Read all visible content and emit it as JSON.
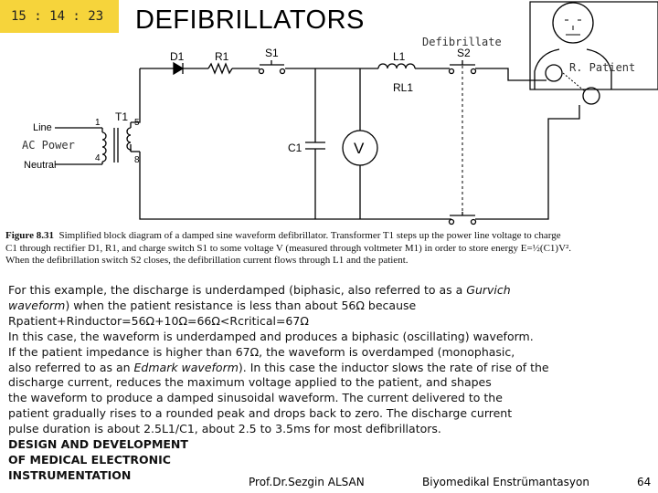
{
  "clock": "15 : 14 : 23",
  "title": "DEFIBRILLATORS",
  "diagram": {
    "labels": {
      "d1": "D1",
      "r1": "R1",
      "s1": "S1",
      "l1": "L1",
      "s2": "S2",
      "rl1": "RL1",
      "t1": "T1",
      "c1": "C1",
      "voltmeter": "V",
      "line": "Line",
      "ac_power": "AC Power",
      "neutral": "Neutral",
      "defibrillate": "Defibrillate",
      "r_patient": "R. Patient",
      "pin1": "1",
      "pin4": "4",
      "pin5": "5",
      "pin8": "8"
    }
  },
  "caption": {
    "figure": "Figure 8.31",
    "line1": "Simplified block diagram of a damped sine waveform defibrillator. Transformer T1 steps up the power line voltage to charge",
    "line2": "C1 through rectifier D1, R1, and charge switch S1 to some voltage V (measured through voltmeter M1) in order to store energy E=½(C1)V².",
    "line3": "When the defibrillation switch S2 closes, the defibrillation current flows through L1 and the patient."
  },
  "body": {
    "l1a": "For this example, the discharge is underdamped (biphasic, also referred to as a ",
    "l1b": "Gurvich",
    "l2a": "waveform",
    "l2b": ") when the patient resistance is less than about 56Ω because",
    "l3": "Rpatient+Rinductor=56Ω+10Ω=66Ω<Rcritical=67Ω",
    "l4": "In this case, the waveform is underdamped and produces a biphasic (oscillating) waveform.",
    "l5": "If the patient impedance is higher than 67Ω, the waveform is overdamped (monophasic,",
    "l6a": "also referred to as an ",
    "l6b": "Edmark waveform",
    "l6c": "). In this case the inductor slows the rate of rise of the",
    "l7": "discharge current, reduces the maximum voltage applied to the patient, and shapes",
    "l8": "the waveform to produce a damped sinusoidal waveform. The current delivered to the",
    "l9": "patient gradually rises to a rounded peak and drops back to zero. The discharge current",
    "l10": "pulse duration is about 2.5L1/C1, about 2.5 to 3.5ms for most defibrillators."
  },
  "footer": {
    "line1": "DESIGN AND DEVELOPMENT",
    "line2": "OF MEDICAL ELECTRONIC",
    "line3": "INSTRUMENTATION",
    "author": "Prof.Dr.Sezgin ALSAN",
    "course": "Biyomedikal Enstrümantasyon",
    "page": "64"
  }
}
